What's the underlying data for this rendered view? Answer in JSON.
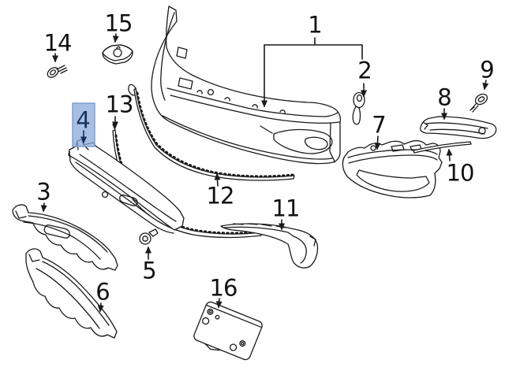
{
  "diagram": {
    "title": "front-bumper-exploded-parts-diagram",
    "background": "#ffffff",
    "line_color": "#1a1a1a",
    "callouts": [
      {
        "number": "1",
        "highlighted": false
      },
      {
        "number": "2",
        "highlighted": false
      },
      {
        "number": "3",
        "highlighted": false
      },
      {
        "number": "4",
        "highlighted": true
      },
      {
        "number": "5",
        "highlighted": false
      },
      {
        "number": "6",
        "highlighted": false
      },
      {
        "number": "7",
        "highlighted": false
      },
      {
        "number": "8",
        "highlighted": false
      },
      {
        "number": "9",
        "highlighted": false
      },
      {
        "number": "10",
        "highlighted": false
      },
      {
        "number": "11",
        "highlighted": false
      },
      {
        "number": "12",
        "highlighted": false
      },
      {
        "number": "13",
        "highlighted": false
      },
      {
        "number": "14",
        "highlighted": false
      },
      {
        "number": "15",
        "highlighted": false
      },
      {
        "number": "16",
        "highlighted": false
      }
    ],
    "highlight": {
      "callout": "4",
      "fill": "#8ca8db",
      "fill_opacity": "0.75",
      "border": "#7d9fd5",
      "number_color": "#17365d"
    }
  }
}
